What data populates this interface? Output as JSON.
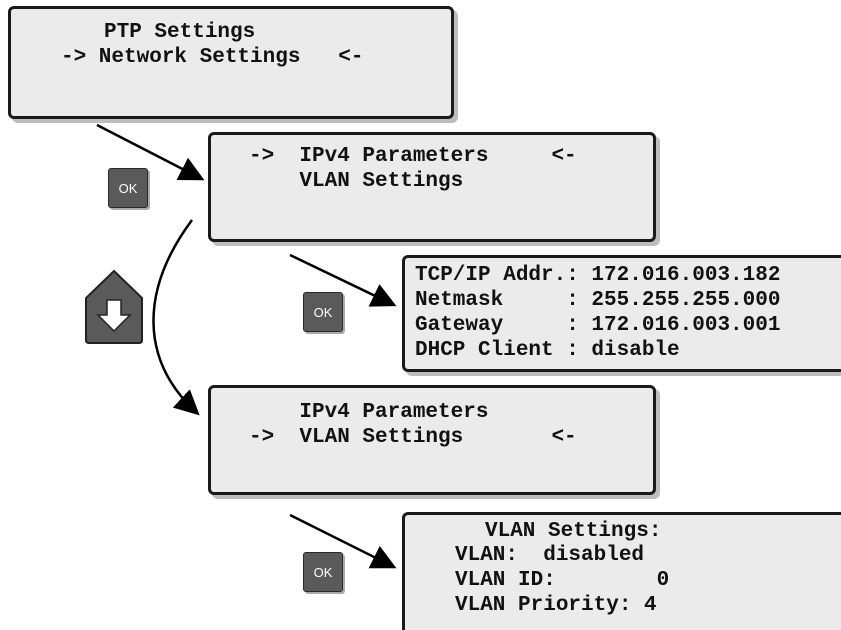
{
  "screens": {
    "network_menu": {
      "lines": [
        "PTP Settings",
        "-> Network Settings   <-",
        ""
      ]
    },
    "ipv4_menu_selected": {
      "lines": [
        "->  IPv4 Parameters     <-",
        "    VLAN Settings",
        ""
      ]
    },
    "ipv4_parameters": {
      "lines": [
        "TCP/IP Addr.: 172.016.003.182",
        "Netmask     : 255.255.255.000",
        "Gateway     : 172.016.003.001",
        "DHCP Client : disable"
      ]
    },
    "vlan_menu_selected": {
      "lines": [
        "    IPv4 Parameters",
        "->  VLAN Settings       <-",
        ""
      ]
    },
    "vlan_settings": {
      "lines": [
        "VLAN Settings:",
        "VLAN:  disabled",
        "VLAN ID:        0",
        "VLAN Priority: 4"
      ]
    }
  },
  "keys": {
    "ok_label": "OK",
    "down_key": "down-arrow-key"
  },
  "colors": {
    "lcd_background": "#ebebeb",
    "lcd_border": "#1a1a1a",
    "ok_key": "#5a5a5a",
    "arrow": "#000000"
  }
}
